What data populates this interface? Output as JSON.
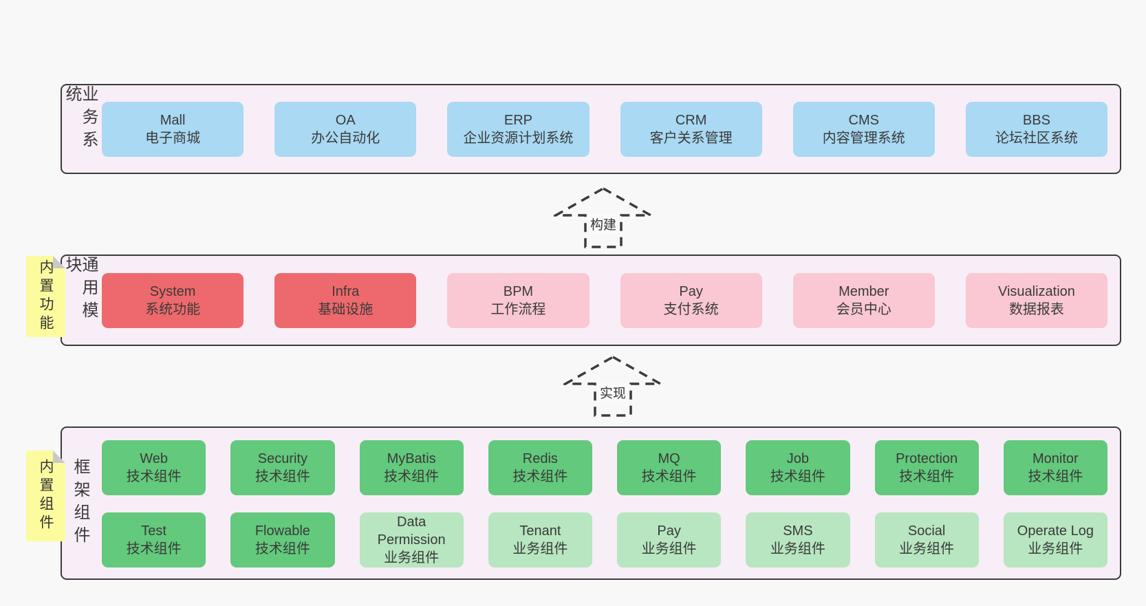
{
  "colors": {
    "page_bg": "#f8f8f8",
    "container_bg": "#f8eef7",
    "border": "#3b3b3f",
    "text": "#3a3a3a",
    "blue": "#a9d9f3",
    "red": "#ee696d",
    "pink": "#f9c8d2",
    "green": "#63c97c",
    "light_green": "#b7e6c0",
    "yellow": "#fcfc9f",
    "fold": "#c9c9c9"
  },
  "layers": {
    "business": {
      "label": "业务系统",
      "items": [
        {
          "name": "Mall",
          "desc": "电子商城"
        },
        {
          "name": "OA",
          "desc": "办公自动化"
        },
        {
          "name": "ERP",
          "desc": "企业资源计划系统"
        },
        {
          "name": "CRM",
          "desc": "客户关系管理"
        },
        {
          "name": "CMS",
          "desc": "内容管理系统"
        },
        {
          "name": "BBS",
          "desc": "论坛社区系统"
        }
      ]
    },
    "modules": {
      "label": "通用模块",
      "sticky": "内置功能",
      "items": [
        {
          "name": "System",
          "desc": "系统功能"
        },
        {
          "name": "Infra",
          "desc": "基础设施"
        },
        {
          "name": "BPM",
          "desc": "工作流程"
        },
        {
          "name": "Pay",
          "desc": "支付系统"
        },
        {
          "name": "Member",
          "desc": "会员中心"
        },
        {
          "name": "Visualization",
          "desc": "数据报表"
        }
      ]
    },
    "framework": {
      "label": "框架组件",
      "sticky": "内置组件",
      "row1": [
        {
          "name": "Web",
          "desc": "技术组件"
        },
        {
          "name": "Security",
          "desc": "技术组件"
        },
        {
          "name": "MyBatis",
          "desc": "技术组件"
        },
        {
          "name": "Redis",
          "desc": "技术组件"
        },
        {
          "name": "MQ",
          "desc": "技术组件"
        },
        {
          "name": "Job",
          "desc": "技术组件"
        },
        {
          "name": "Protection",
          "desc": "技术组件"
        },
        {
          "name": "Monitor",
          "desc": "技术组件"
        }
      ],
      "row2": [
        {
          "name": "Test",
          "desc": "技术组件"
        },
        {
          "name": "Flowable",
          "desc": "技术组件"
        },
        {
          "name": "Data Permission",
          "desc": "业务组件"
        },
        {
          "name": "Tenant",
          "desc": "业务组件"
        },
        {
          "name": "Pay",
          "desc": "业务组件"
        },
        {
          "name": "SMS",
          "desc": "业务组件"
        },
        {
          "name": "Social",
          "desc": "业务组件"
        },
        {
          "name": "Operate Log",
          "desc": "业务组件"
        }
      ]
    }
  },
  "arrows": [
    {
      "label": "构建"
    },
    {
      "label": "实现"
    }
  ]
}
